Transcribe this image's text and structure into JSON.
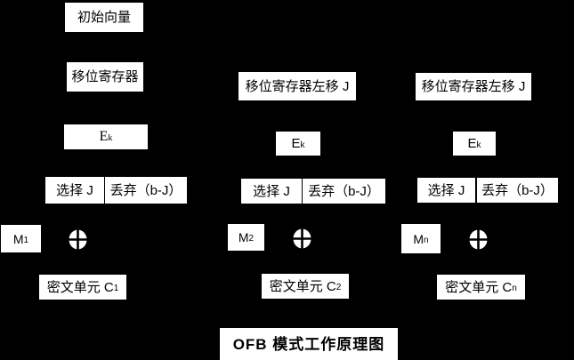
{
  "title": "OFB 模式工作原理图",
  "colors": {
    "background": "#000000",
    "box_fill": "#ffffff",
    "box_text": "#000000"
  },
  "icons": {
    "xor": "⊕"
  },
  "columns": [
    {
      "initial_vector": "初始向量",
      "shift_register": "移位寄存器",
      "encrypt": {
        "base": "E",
        "sub": "k"
      },
      "select": "选择 J",
      "discard": "丢弃（b-J）",
      "message": {
        "base": "M",
        "sub": "1"
      },
      "ciphertext": {
        "base": "密文单元 C",
        "sub": "1"
      }
    },
    {
      "shift_register": "移位寄存器左移 J",
      "encrypt": {
        "base": "E",
        "sub": "k"
      },
      "select": "选择 J",
      "discard": "丢弃（b-J）",
      "message": {
        "base": "M",
        "sub": "2"
      },
      "ciphertext": {
        "base": "密文单元 C",
        "sub": "2"
      }
    },
    {
      "shift_register": "移位寄存器左移 J",
      "encrypt": {
        "base": "E",
        "sub": "k"
      },
      "select": "选择 J",
      "discard": "丢弃（b-J）",
      "message": {
        "base": "M",
        "sub": "n"
      },
      "ciphertext": {
        "base": "密文单元 C",
        "sub": "n"
      }
    }
  ]
}
